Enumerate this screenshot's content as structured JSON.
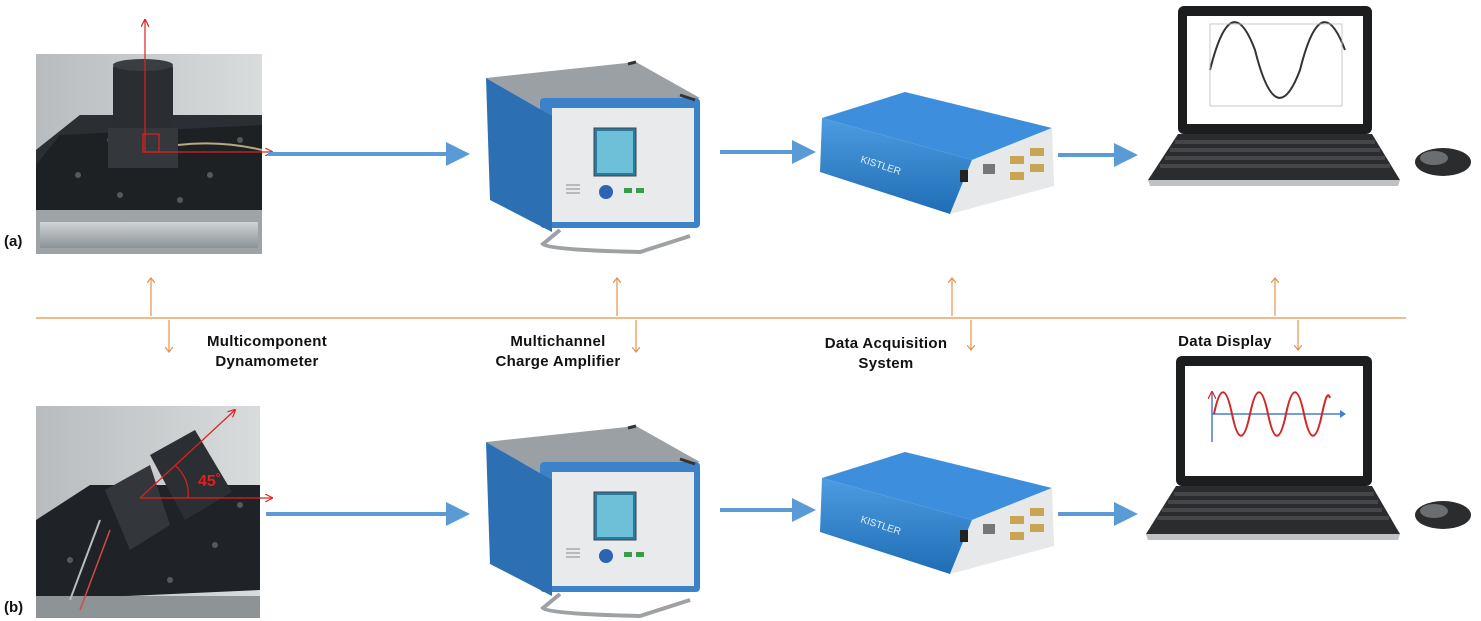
{
  "panels": {
    "a": {
      "tag": "(a)"
    },
    "b": {
      "tag": "(b)",
      "angle_label": "45˚"
    }
  },
  "stages": [
    {
      "id": "dynamometer",
      "line1": "Multicomponent",
      "line2": "Dynamometer"
    },
    {
      "id": "amplifier",
      "line1": "Multichannel",
      "line2": "Charge Amplifier"
    },
    {
      "id": "daq",
      "line1": "Data Acquisition",
      "line2": "System"
    },
    {
      "id": "display",
      "line1": "Data Display",
      "line2": ""
    }
  ],
  "device_branding": {
    "daq_brand": "KISTLER"
  },
  "colors": {
    "flow_arrow": "#5b9bd5",
    "divider": "#e8914a",
    "force_vector": "#e02020",
    "instrument_blue": "#2f7fc7",
    "signal_top": "#333333",
    "signal_bottom": "#d02828"
  }
}
